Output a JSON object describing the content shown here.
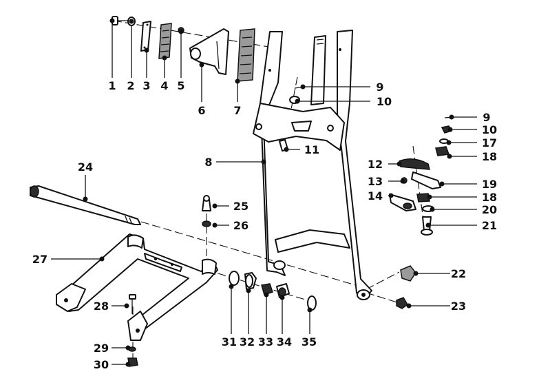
{
  "callouts": [
    {
      "number": "1"
    },
    {
      "number": "2"
    },
    {
      "number": "3"
    },
    {
      "number": "4"
    },
    {
      "number": "5"
    },
    {
      "number": "6"
    },
    {
      "number": "7"
    },
    {
      "number": "8"
    },
    {
      "number": "9"
    },
    {
      "number": "10"
    },
    {
      "number": "11"
    },
    {
      "number": "9"
    },
    {
      "number": "10"
    },
    {
      "number": "17"
    },
    {
      "number": "18"
    },
    {
      "number": "12"
    },
    {
      "number": "13"
    },
    {
      "number": "19"
    },
    {
      "number": "14"
    },
    {
      "number": "18"
    },
    {
      "number": "20"
    },
    {
      "number": "21"
    },
    {
      "number": "24"
    },
    {
      "number": "25"
    },
    {
      "number": "26"
    },
    {
      "number": "27"
    },
    {
      "number": "22"
    },
    {
      "number": "23"
    },
    {
      "number": "28"
    },
    {
      "number": "31"
    },
    {
      "number": "32"
    },
    {
      "number": "33"
    },
    {
      "number": "34"
    },
    {
      "number": "35"
    },
    {
      "number": "29"
    },
    {
      "number": "30"
    }
  ]
}
